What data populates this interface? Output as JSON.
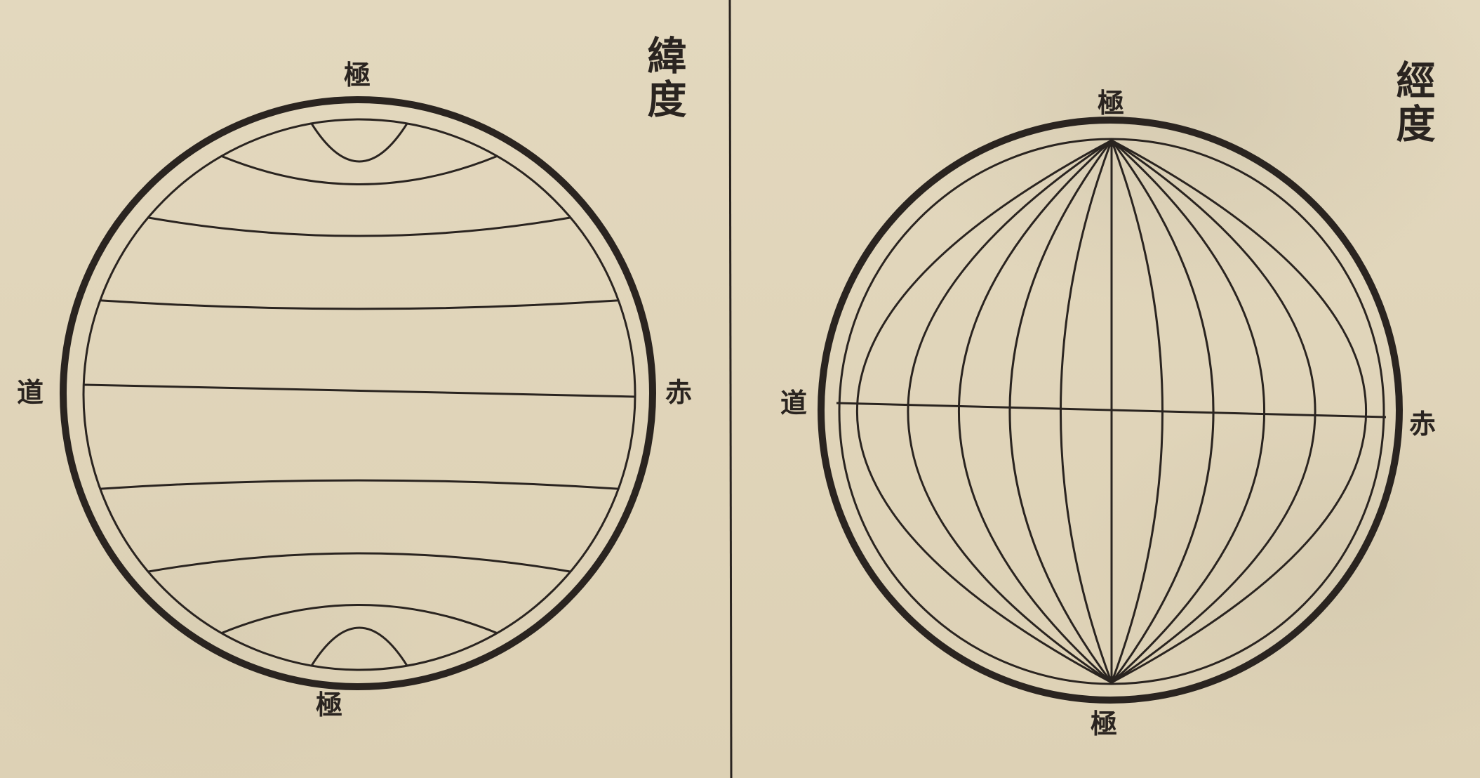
{
  "panels": [
    {
      "id": "latitude",
      "title": "緯度",
      "pole_top": "極",
      "pole_bottom": "極",
      "equator_left": "道",
      "equator_right": "赤",
      "parallels": 8
    },
    {
      "id": "longitude",
      "title": "經度",
      "pole_top": "極",
      "pole_bottom": "極",
      "equator_left": "道",
      "equator_right": "赤",
      "meridians": 11
    }
  ],
  "colors": {
    "ink": "#2a2420",
    "paper": "#e2d7bd"
  }
}
